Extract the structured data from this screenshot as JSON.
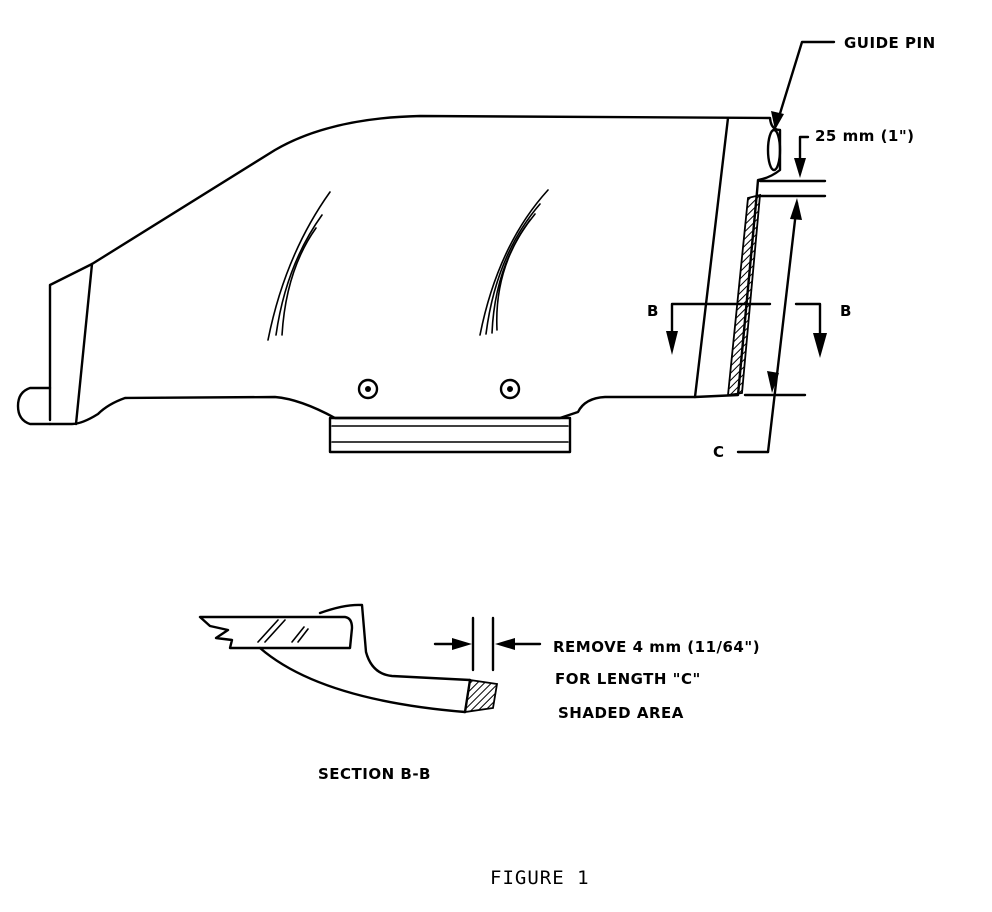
{
  "labels": {
    "guide_pin": "GUIDE PIN",
    "dimension_top": "25 mm (1\")",
    "section_mark_left": "B",
    "section_mark_right": "B",
    "length_mark": "C",
    "remove_line1": "REMOVE 4 mm (11/64\")",
    "remove_line2": "FOR LENGTH \"C\"",
    "remove_line3": "SHADED AREA",
    "section_title": "SECTION B-B"
  },
  "caption": "FIGURE 1",
  "colors": {
    "ink": "#000000",
    "paper": "#ffffff"
  }
}
